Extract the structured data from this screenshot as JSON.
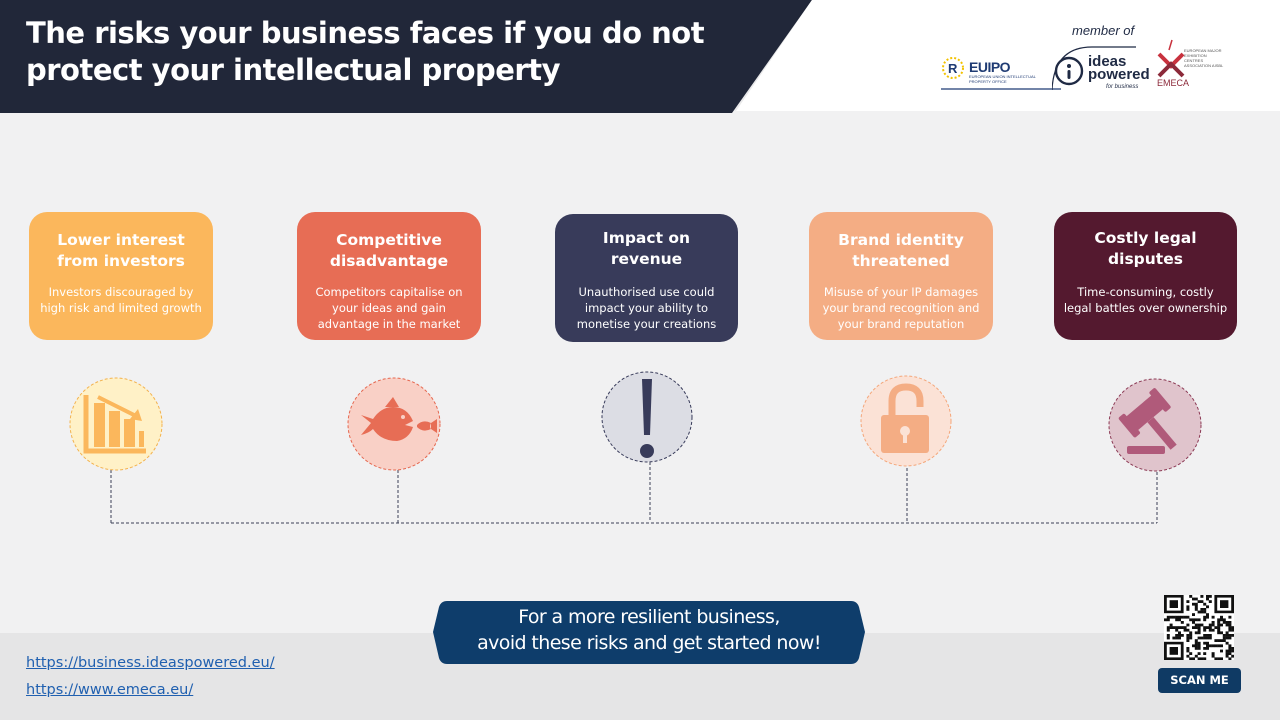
{
  "header": {
    "title": "The risks your business faces if you do not protect your intellectual property"
  },
  "logos": {
    "member_of": "member of",
    "euipo_name": "EUIPO",
    "euipo_sub": "EUROPEAN UNION INTELLECTUAL PROPERTY OFFICE",
    "ideas_name_1": "ideas",
    "ideas_name_2": "powered",
    "ideas_sub": "for business",
    "emeca_name": "EMECA",
    "emeca_sub": "EUROPEAN MAJOR EXHIBITION CENTRES ASSOCIATION AISBL"
  },
  "risks": [
    {
      "title_1": "Lower interest",
      "title_2": "from investors",
      "description": "Investors discouraged by high risk and limited growth",
      "icon": "declining-bar-chart-icon",
      "color": "#fbb75c"
    },
    {
      "title_1": "Competitive",
      "title_2": "disadvantage",
      "description": "Competitors capitalise on your ideas and gain advantage in the market",
      "icon": "big-fish-eating-small-fish-icon",
      "color": "#e76d55"
    },
    {
      "title_1": "Impact on",
      "title_2": "revenue",
      "description": "Unauthorised use could impact your ability to monetise your creations",
      "icon": "exclamation-mark-icon",
      "color": "#383b5a"
    },
    {
      "title_1": "Brand identity",
      "title_2": "threatened",
      "description": "Misuse of your IP damages your brand recognition and your brand reputation",
      "icon": "open-padlock-icon",
      "color": "#f4ad84"
    },
    {
      "title_1": "Costly legal",
      "title_2": "disputes",
      "description": "Time-consuming,  costly legal battles over ownership",
      "icon": "gavel-icon",
      "color": "#54192f"
    }
  ],
  "cta": {
    "line_1": "For a more resilient business,",
    "line_2": "avoid these risks and get started now!"
  },
  "links": {
    "ideas_powered": "https://business.ideaspowered.eu/",
    "emeca": "https://www.emeca.eu/"
  },
  "qr": {
    "label": "SCAN ME",
    "icon": "qr-code-icon"
  }
}
